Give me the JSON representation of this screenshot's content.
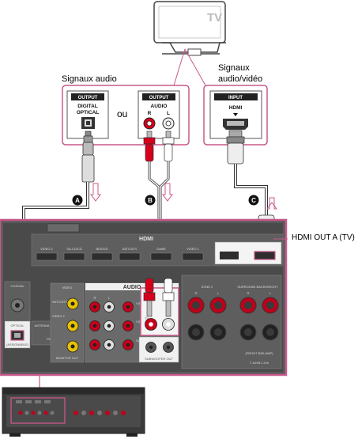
{
  "tv": {
    "label": "TV"
  },
  "signals": {
    "audio": "Signaux audio",
    "av_line1": "Signaux",
    "av_line2": "audio/vidéo"
  },
  "connector_or": "ou",
  "hdmi_out_label": "HDMI OUT A (TV)",
  "source_boxes": {
    "optical": {
      "header": "OUTPUT",
      "line1": "DIGITAL",
      "line2": "OPTICAL"
    },
    "analog": {
      "header": "OUTPUT",
      "line1": "AUDIO",
      "left": "L",
      "right": "R"
    },
    "hdmi_in": {
      "header": "INPUT",
      "line1": "HDMI"
    }
  },
  "cable_markers": [
    "A",
    "B",
    "C"
  ],
  "receiver_panel": {
    "hdmi_section": "HDMI",
    "hdmi_ports": [
      "VIDEO 2",
      "SA-CD/CD",
      "BD/DVD",
      "SAT/CATV",
      "GAME",
      "VIDEO 1"
    ],
    "audio_section": "AUDIO",
    "video_section": "VIDEO",
    "coaxial": "COAXIAL",
    "optical": "OPTICAL",
    "antenna": "ANTENNA",
    "fm": "FM",
    "monitor_out": "MONITOR OUT",
    "subwoofer_out": "SUBWOOFER OUT",
    "zone2": "ZONE 2",
    "surround_back_height": "SURROUND BACK/HEIGHT",
    "front_bi_amp": "(FRONT B/BI-AMP)",
    "speaker_config": "7.1ch/5.1.2ch",
    "input_tags": [
      "SAT/CATV",
      "VIDEO 2",
      "VIDEO 1",
      "SA-CD/CD",
      "TV"
    ],
    "channel_r": "R",
    "channel_l": "L",
    "optical_tag": "(ASSIGNABLE)"
  },
  "colors": {
    "panel_border": "#c8588a",
    "dark_panel": "#4a4a4a",
    "cable_red": "#d6001c",
    "cable_white": "#ffffff"
  }
}
